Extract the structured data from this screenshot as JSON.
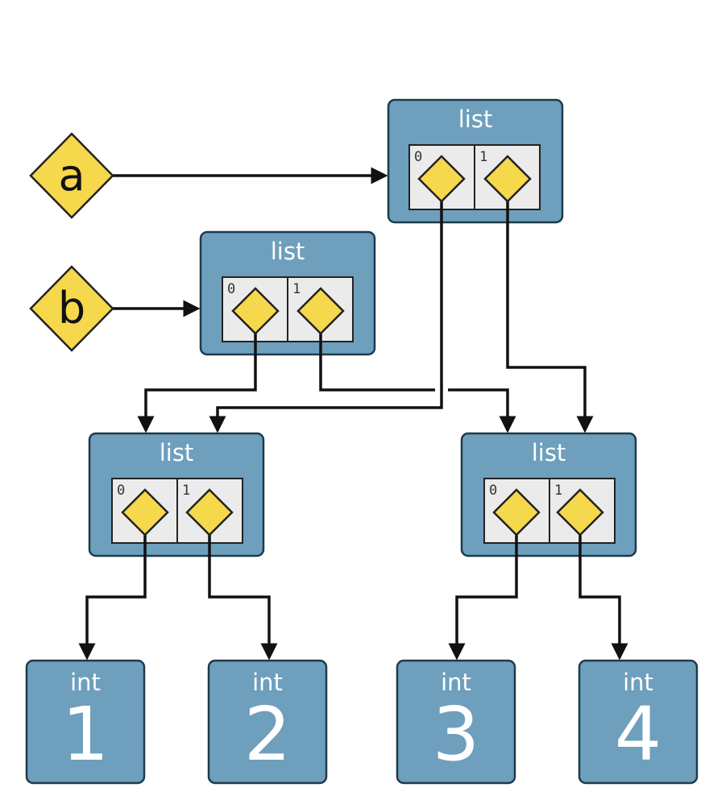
{
  "variables": [
    {
      "name": "a"
    },
    {
      "name": "b"
    }
  ],
  "lists": {
    "outer_a": {
      "type": "list",
      "indices": [
        "0",
        "1"
      ]
    },
    "outer_b": {
      "type": "list",
      "indices": [
        "0",
        "1"
      ]
    },
    "inner_left": {
      "type": "list",
      "indices": [
        "0",
        "1"
      ]
    },
    "inner_right": {
      "type": "list",
      "indices": [
        "0",
        "1"
      ]
    }
  },
  "ints": [
    {
      "type": "int",
      "value": "1"
    },
    {
      "type": "int",
      "value": "2"
    },
    {
      "type": "int",
      "value": "3"
    },
    {
      "type": "int",
      "value": "4"
    }
  ],
  "colors": {
    "object_fill": "#6e9fbd",
    "reference_fill": "#f5d84b",
    "slot_fill": "#ebebeb",
    "arrow": "#111111"
  }
}
